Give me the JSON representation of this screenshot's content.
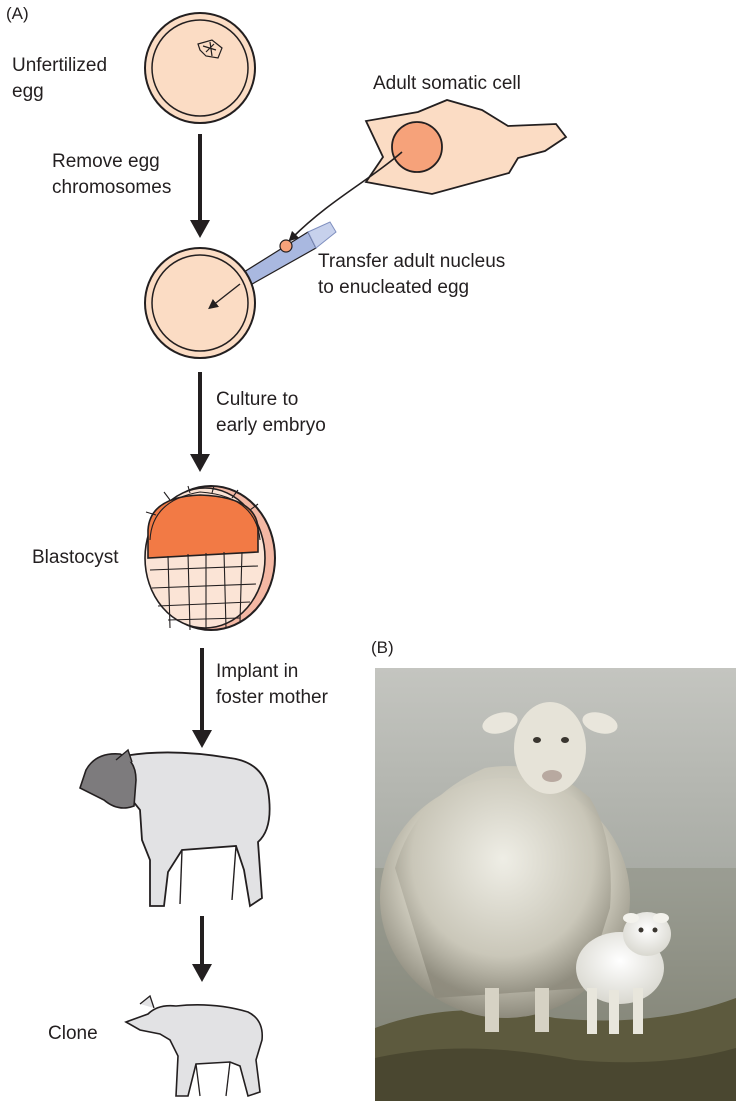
{
  "panels": {
    "a_label": "(A)",
    "b_label": "(B)"
  },
  "steps": {
    "unfertilized_egg_line1": "Unfertilized",
    "unfertilized_egg_line2": "egg",
    "adult_somatic_cell": "Adult somatic cell",
    "remove_chromosomes_line1": "Remove egg",
    "remove_chromosomes_line2": "chromosomes",
    "transfer_nucleus_line1": "Transfer adult nucleus",
    "transfer_nucleus_line2": "to enucleated egg",
    "culture_line1": "Culture to",
    "culture_line2": "early embryo",
    "blastocyst": "Blastocyst",
    "implant_line1": "Implant in",
    "implant_line2": "foster mother",
    "clone": "Clone"
  },
  "colors": {
    "egg_fill": "#fbdcc4",
    "nucleus_fill": "#f6a27a",
    "blastocoel_fill": "#f27a45",
    "pipette_fill": "#a9b8e0",
    "outline": "#231f20",
    "sheep_body": "#e2e2e4",
    "sheep_face": "#7d7b7d"
  }
}
